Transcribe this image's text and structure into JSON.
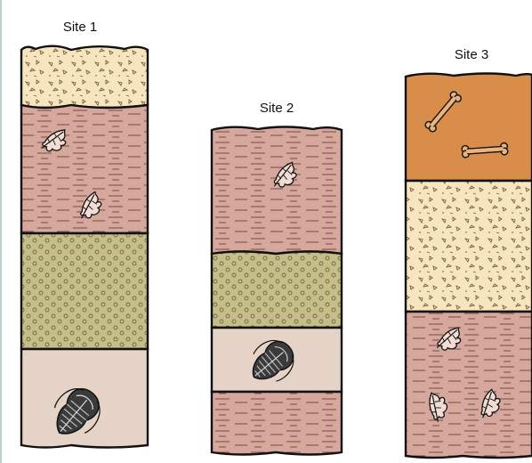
{
  "sites": [
    {
      "id": "site1",
      "title": "Site 1",
      "layers": [
        {
          "name": "sand-layer",
          "type": "sand",
          "content": "none"
        },
        {
          "name": "shale-layer",
          "type": "shale",
          "content": "leaf-fossils"
        },
        {
          "name": "pebble-layer",
          "type": "conglomerate",
          "content": "none"
        },
        {
          "name": "trilobite-layer",
          "type": "mudstone",
          "content": "trilobite-fossil"
        }
      ]
    },
    {
      "id": "site2",
      "title": "Site 2",
      "layers": [
        {
          "name": "shale-layer",
          "type": "shale",
          "content": "leaf-fossil"
        },
        {
          "name": "pebble-layer",
          "type": "conglomerate",
          "content": "none"
        },
        {
          "name": "trilobite-layer",
          "type": "mudstone",
          "content": "trilobite-fossil"
        },
        {
          "name": "shale-bottom-layer",
          "type": "shale",
          "content": "none"
        }
      ]
    },
    {
      "id": "site3",
      "title": "Site 3",
      "layers": [
        {
          "name": "bone-layer",
          "type": "clay",
          "content": "bone-fossils"
        },
        {
          "name": "sand-layer",
          "type": "sand",
          "content": "none"
        },
        {
          "name": "shale-layer",
          "type": "shale",
          "content": "leaf-fossils"
        }
      ]
    }
  ],
  "colors": {
    "sand": "#f7e5bf",
    "shale": "#d6a79d",
    "conglomerate": "#c6be8a",
    "mudstone": "#e6d3c8",
    "clay": "#d98d4a",
    "outline": "#111111"
  }
}
